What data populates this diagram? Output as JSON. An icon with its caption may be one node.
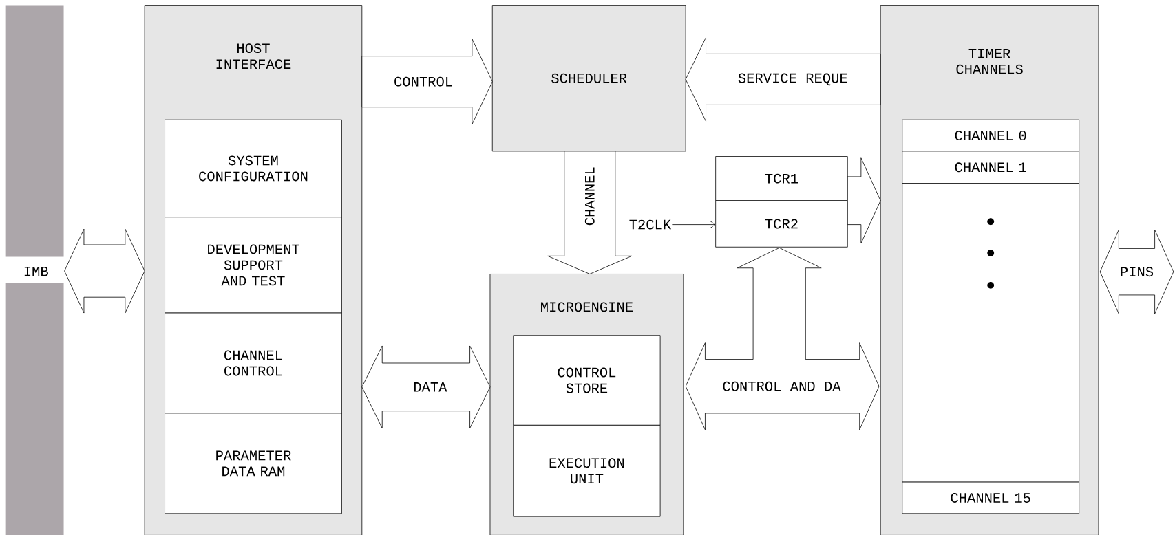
{
  "diagram": {
    "nodes": [
      {
        "text": [
          "IMB"
        ]
      },
      {
        "text": [
          "HOST INTERFACE"
        ]
      },
      {
        "text": [
          "SYSTEM CONFIGURATION"
        ],
        "in": 1
      },
      {
        "text": [
          "DEVELOPMENT SUPPORT AND TEST"
        ],
        "in": 1
      },
      {
        "text": [
          "CHANNEL CONTROL"
        ],
        "in": 1
      },
      {
        "text": [
          "PARAMETER DATA RAM"
        ],
        "in": 1
      },
      {
        "text": [
          "SCHEDULER"
        ]
      },
      {
        "text": [
          "MICROENGINE"
        ]
      },
      {
        "text": [
          "CONTROL STORE"
        ],
        "in": 7
      },
      {
        "text": [
          "EXECUTION UNIT"
        ],
        "in": 7
      },
      {
        "text": [
          "TCR1"
        ]
      },
      {
        "text": [
          "TCR2"
        ]
      },
      {
        "text": [
          "TIMER CHANNELS"
        ]
      },
      {
        "text": [
          "CHANNEL 0"
        ],
        "in": 12
      },
      {
        "text": [
          "CHANNEL 1"
        ],
        "in": 12
      },
      {
        "text": [],
        "shape": "box",
        "in": 12
      },
      {
        "text": [
          "CHANNEL 15"
        ],
        "in": 12
      },
      {
        "text": [
          "T2CLK"
        ]
      }
    ],
    "edges": [
      {
        "from": 0,
        "to": 1,
        "arrow": "both"
      },
      {
        "from": 1,
        "to": 6,
        "arrow": "to",
        "label": "CONTROL"
      },
      {
        "from": 12,
        "to": 6,
        "arrow": "to",
        "label": "SERVICE REQUE"
      },
      {
        "from": 6,
        "to": 7,
        "arrow": "to",
        "label": "CHANNEL"
      },
      {
        "from": 1,
        "to": 7,
        "arrow": "both",
        "label": "DATA"
      },
      {
        "from": 7,
        "to": 12,
        "arrow": "both",
        "label": "CONTROL AND DA"
      },
      {
        "from": 7,
        "to": 11,
        "arrow": "both"
      },
      {
        "from": 10,
        "to": 12,
        "arrow": "to"
      },
      {
        "from": 11,
        "to": 12,
        "arrow": "to"
      },
      {
        "from": 17,
        "to": 11,
        "arrow": "to"
      },
      {
        "from": 12,
        "to": null,
        "arrow": "both",
        "label": "PINS"
      }
    ]
  }
}
